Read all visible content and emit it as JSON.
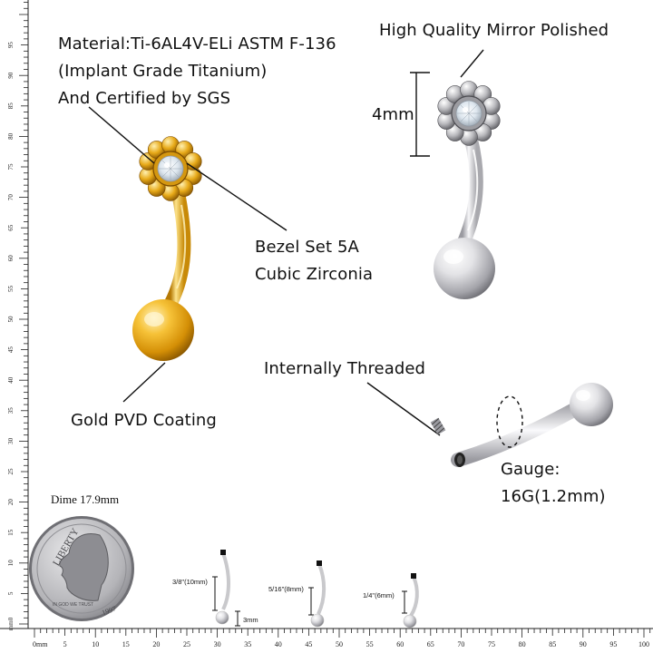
{
  "labels": {
    "material_line1": "Material:Ti-6AL4V-ELi ASTM F-136",
    "material_line2": "(Implant Grade Titanium)",
    "material_line3": "And Certified by SGS",
    "polished": "High Quality Mirror Polished",
    "size_4mm": "4mm",
    "bezel_line1": "Bezel Set 5A",
    "bezel_line2": "Cubic Zirconia",
    "gold_coating": "Gold PVD Coating",
    "threaded": "Internally Threaded",
    "gauge_line1": "Gauge:",
    "gauge_line2": "16G(1.2mm)",
    "dime": "Dime 17.9mm"
  },
  "coin": {
    "liberty": "LIBERTY",
    "motto": "IN GOD WE TRUST",
    "year": "1997"
  },
  "sizes": [
    {
      "label": "3/8\"(10mm)"
    },
    {
      "label": "5/16\"(8mm)"
    },
    {
      "label": "1/4\"(6mm)"
    }
  ],
  "ball_size": "3mm",
  "ruler": {
    "unit": "mm",
    "bottom_labels": [
      "0mm",
      "5",
      "10",
      "15",
      "20",
      "25",
      "30",
      "35",
      "40",
      "45",
      "50",
      "55",
      "60",
      "65",
      "70",
      "75",
      "80",
      "85",
      "90",
      "95",
      "100"
    ],
    "left_labels": [
      "mm0",
      "5",
      "10",
      "15",
      "20",
      "25",
      "30",
      "35",
      "40",
      "45",
      "50",
      "55",
      "60",
      "65",
      "70",
      "75",
      "80",
      "85",
      "90",
      "95"
    ]
  },
  "colors": {
    "gold": "#e8a915",
    "gold_light": "#fde38a",
    "gold_dark": "#a86f05",
    "silver": "#d6d6d8",
    "silver_dark": "#8a8a8e",
    "ruler": "#222222"
  }
}
